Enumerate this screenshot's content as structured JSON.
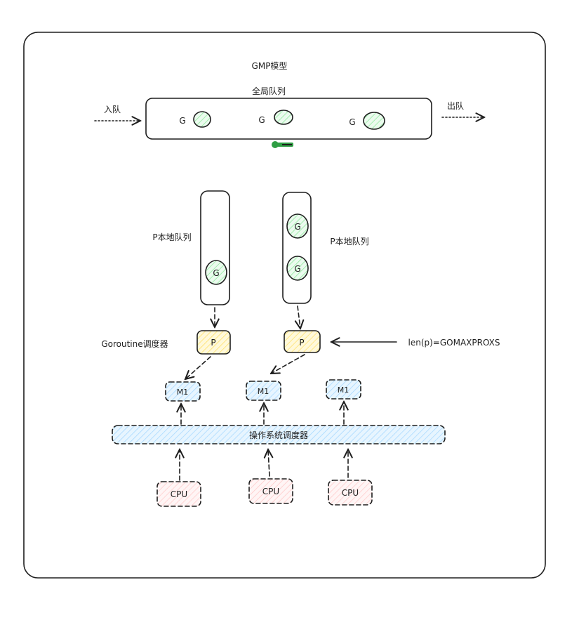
{
  "title": "GMP模型",
  "global_queue": {
    "label": "全局队列",
    "goroutine_label": "G",
    "enqueue_label": "入队",
    "dequeue_label": "出队"
  },
  "local_queue": {
    "label_left": "P本地队列",
    "label_right": "P本地队列",
    "goroutine_label": "G"
  },
  "scheduler": {
    "label": "Goroutine调度器",
    "processor_label": "P",
    "formula": "len(p)=GOMAXPROXS"
  },
  "machines": {
    "label": "M1"
  },
  "os_scheduler": {
    "label": "操作系统调度器"
  },
  "cpus": {
    "label": "CPU"
  },
  "colors": {
    "goroutine": "#b2f2bb",
    "processor": "#ffec99",
    "machine": "#a5d8ff",
    "os": "#a5d8ff",
    "cpu": "#ffc9c9",
    "key": "#2f9e44"
  }
}
